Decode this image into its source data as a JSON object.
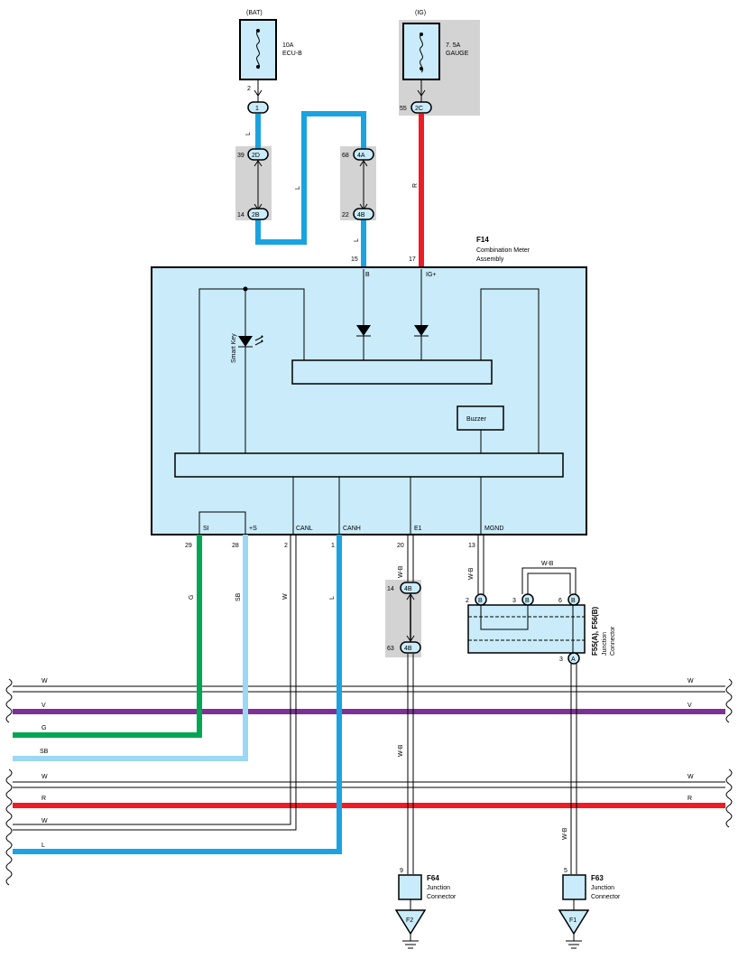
{
  "power": {
    "bat_label": "(BAT)",
    "ig_label": "(IG)",
    "fuse1_amp": "10A",
    "fuse1_name": "ECU-B",
    "fuse2_amp": "7. 5A",
    "fuse2_name": "GAUGE"
  },
  "meter": {
    "id": "F14",
    "name1": "Combination Meter",
    "name2": "Assembly",
    "pin_b": "B",
    "pin_ig": "IG+",
    "smart_key": "Smart Key",
    "buzzer": "Buzzer",
    "pins": {
      "si": "SI",
      "s": "+S",
      "canl": "CANL",
      "canh": "CANH",
      "e1": "E1",
      "mgnd": "MGND"
    },
    "pin_nums": {
      "n15": "15",
      "n17": "17",
      "n29": "29",
      "n28": "28",
      "n2": "2",
      "n1": "1",
      "n20": "20",
      "n13": "13"
    }
  },
  "connectors": {
    "c1_pin": "2",
    "c1": "1",
    "c2_pin": "55",
    "c2": "2C",
    "c3_pin": "39",
    "c3": "2D",
    "c4_pin": "14",
    "c4": "2B",
    "c5_pin": "68",
    "c5": "4A",
    "c6_pin": "22",
    "c6": "4B",
    "c7_pin": "14",
    "c7": "4B",
    "c8_pin": "63",
    "c8": "4B",
    "jb1_pin": "2",
    "jb2_pin": "3",
    "jb3_pin": "6",
    "jb_letter": "B",
    "ja_pin": "3",
    "ja_letter": "A"
  },
  "junction": {
    "id": "F55(A), F56(B)",
    "name1": "Junction",
    "name2": "Connector"
  },
  "wire_labels": {
    "l": "L",
    "r": "R",
    "g": "G",
    "sb": "SB",
    "w": "W",
    "v": "V",
    "wb": "W-B"
  },
  "grounds": {
    "f64_id": "F64",
    "f64_name1": "Junction",
    "f64_name2": "Connector",
    "f64_pin": "9",
    "f64_gnd": "F2",
    "f63_id": "F63",
    "f63_name1": "Junction",
    "f63_name2": "Connector",
    "f63_pin": "5",
    "f63_gnd": "F1"
  }
}
